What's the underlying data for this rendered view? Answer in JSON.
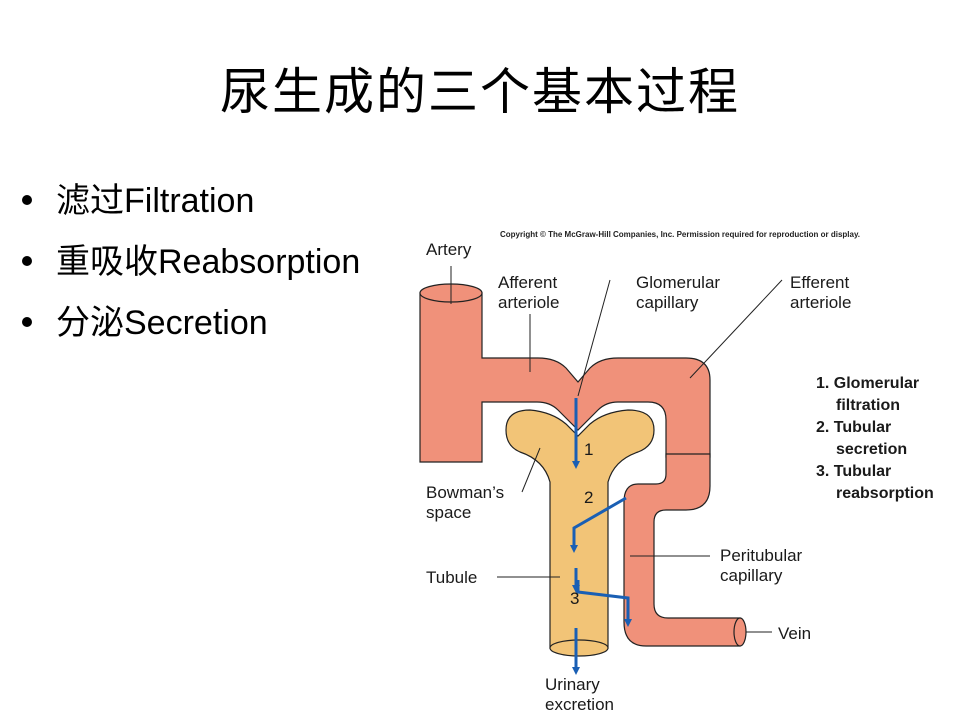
{
  "title": "尿生成的三个基本过程",
  "bullets": [
    {
      "zh": "滤过",
      "en": "Filtration"
    },
    {
      "zh": "重吸收",
      "en": "Reabsorption"
    },
    {
      "zh": "分泌",
      "en": "Secretion"
    }
  ],
  "figure": {
    "copyright": "Copyright © The McGraw-Hill Companies, Inc. Permission required for reproduction or display.",
    "labels": {
      "artery": "Artery",
      "afferent_1": "Afferent",
      "afferent_2": "arteriole",
      "glomerular_1": "Glomerular",
      "glomerular_2": "capillary",
      "efferent_1": "Efferent",
      "efferent_2": "arteriole",
      "bowman_1": "Bowman’s",
      "bowman_2": "space",
      "tubule": "Tubule",
      "peritubular_1": "Peritubular",
      "peritubular_2": "capillary",
      "vein": "Vein",
      "urinary_1": "Urinary",
      "urinary_2": "excretion"
    },
    "step_numbers": [
      "1",
      "2",
      "3"
    ],
    "legend": [
      {
        "line1": "1. Glomerular",
        "line2": "filtration"
      },
      {
        "line1": "2. Tubular",
        "line2": "secretion"
      },
      {
        "line1": "3. Tubular",
        "line2": "reabsorption"
      }
    ],
    "colors": {
      "vessel": "#f0917a",
      "tubule": "#f2c477",
      "arrow": "#1a5fb4",
      "outline": "#222222"
    }
  }
}
